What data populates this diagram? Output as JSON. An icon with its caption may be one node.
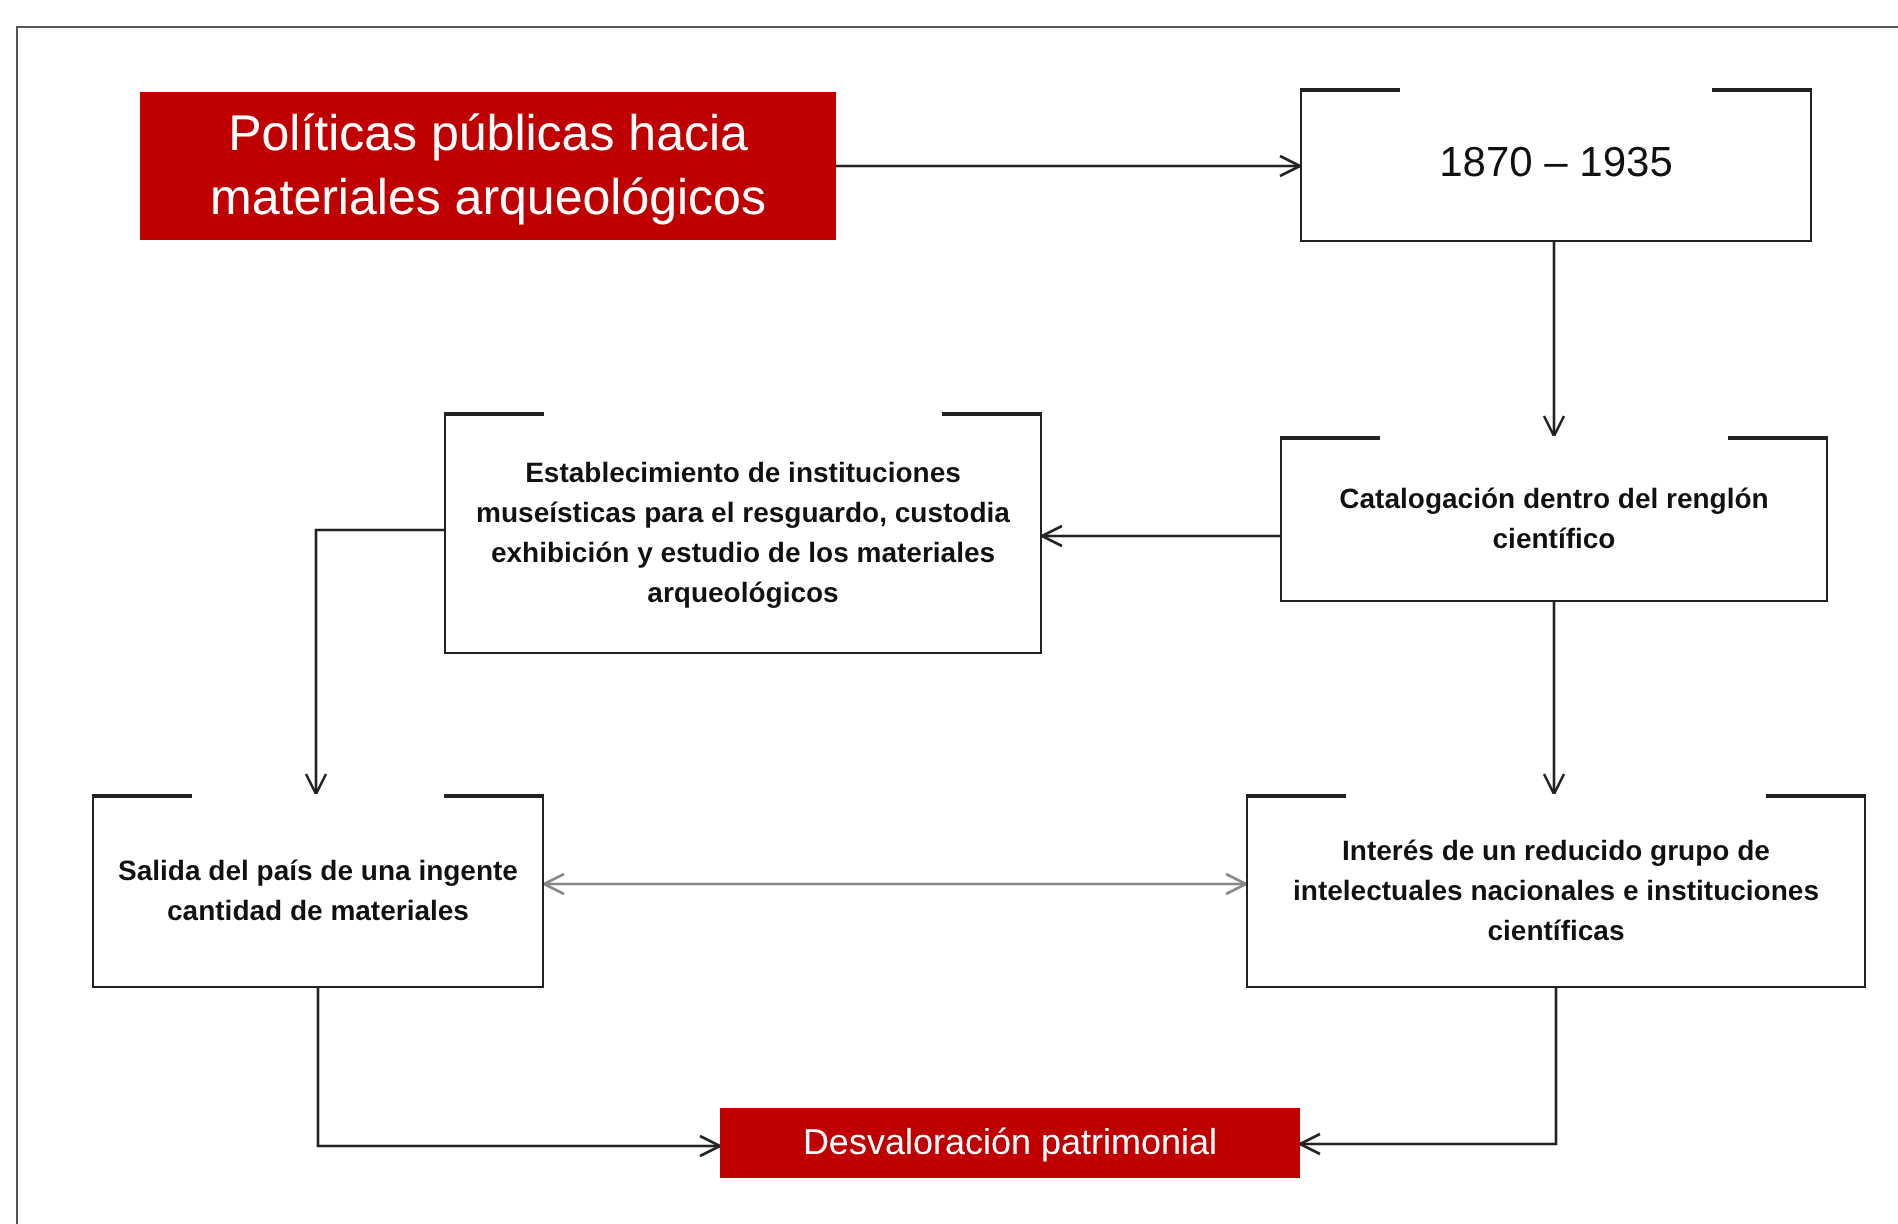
{
  "diagram": {
    "nodes": [
      {
        "text": [
          "Políticas públicas hacia materiales arqueológicos"
        ]
      },
      {
        "text": [
          "1870 – 1935"
        ]
      },
      {
        "text": [
          "Establecimiento de instituciones museísticas para el resguardo, custodia exhibición y estudio de los materiales arqueológicos"
        ]
      },
      {
        "text": [
          "Catalogación dentro del renglón científico"
        ]
      },
      {
        "text": [
          "Salida del país de una ingente cantidad de materiales"
        ]
      },
      {
        "text": [
          "Interés de un reducido grupo de intelectuales nacionales e instituciones científicas"
        ]
      },
      {
        "text": [
          "Desvaloración patrimonial"
        ]
      }
    ],
    "edges": [
      {
        "from": 0,
        "to": 1,
        "arrow": "to"
      },
      {
        "from": 1,
        "to": 3,
        "arrow": "to"
      },
      {
        "from": 3,
        "to": 2,
        "arrow": "to"
      },
      {
        "from": 2,
        "to": 4,
        "arrow": "to"
      },
      {
        "from": 3,
        "to": 5,
        "arrow": "to"
      },
      {
        "from": 4,
        "to": 5,
        "arrow": "both",
        "color": "#888888"
      },
      {
        "from": 4,
        "to": 6,
        "arrow": "to"
      },
      {
        "from": 5,
        "to": 6,
        "arrow": "to"
      }
    ]
  }
}
